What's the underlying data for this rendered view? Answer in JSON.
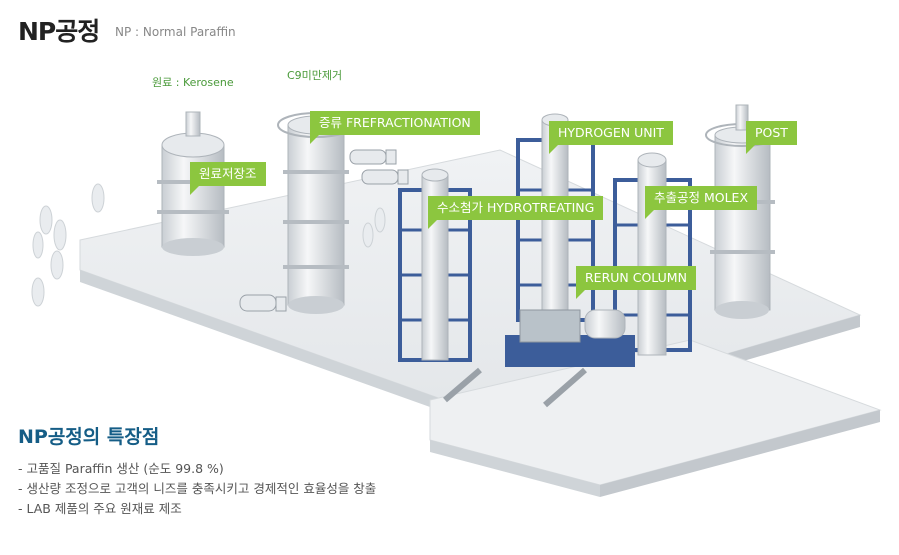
{
  "header": {
    "title": "NP공정",
    "subtitle": "NP : Normal Paraffin"
  },
  "notes": {
    "feed": "원료 : Kerosene",
    "c9": "C9미만제거"
  },
  "labels": {
    "feed_storage": "원료저장조",
    "fractionation": "증류 FREFRACTIONATION",
    "hydrotreating": "수소첨가 HYDROTREATING",
    "hydrogen_unit": "HYDROGEN UNIT",
    "post": "POST",
    "molex": "추출공정 MOLEX",
    "rerun": "RERUN COLUMN"
  },
  "features": {
    "title": "NP공정의 특장점",
    "items": [
      "- 고품질 Paraffin 생산 (순도 99.8 %)",
      "- 생산량 조정으로 고객의 니즈를 충족시키고 경제적인 효율성을 창출",
      "- LAB 제품의 주요 원재료 제조"
    ]
  },
  "colors": {
    "accent_green": "#8cc63f",
    "heading_blue": "#155d86",
    "steel_blue": "#3c5d9a"
  }
}
